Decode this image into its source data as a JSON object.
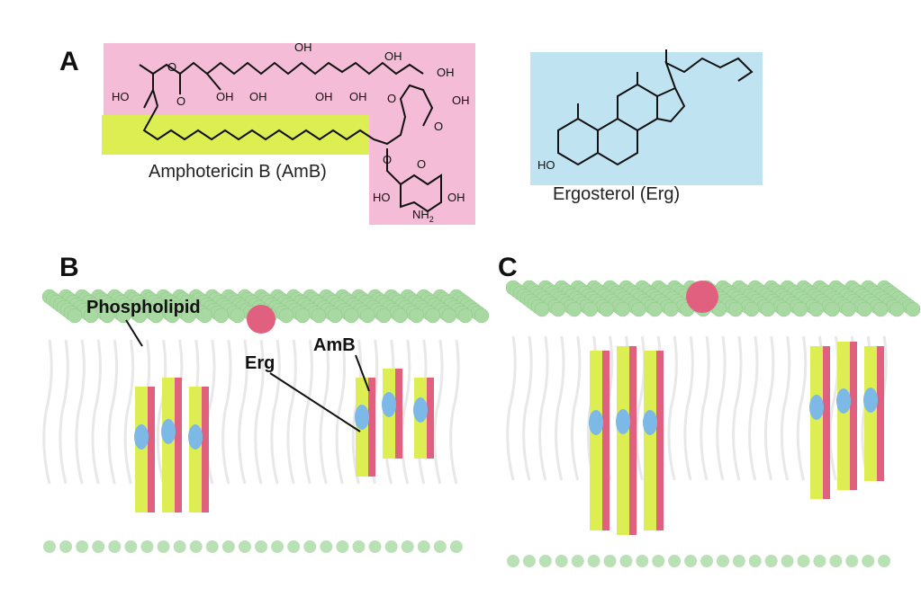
{
  "panels": {
    "a": "A",
    "b": "B",
    "c": "C"
  },
  "molecules": {
    "amb_name": "Amphotericin B (AmB)",
    "erg_name": "Ergosterol (Erg)",
    "atoms": {
      "oh": "OH",
      "ho": "HO",
      "o": "O",
      "nh2": "NH",
      "sub2": "2"
    }
  },
  "callouts": {
    "phospholipid": "Phospholipid",
    "erg": "Erg",
    "amb": "AmB"
  },
  "colors": {
    "amb_highlight": "#f4bcd6",
    "polyene_highlight": "#dcee52",
    "erg_highlight": "#bfe3f1",
    "lipid_head": "#a9d9a2",
    "amb_bar": "#e2607f",
    "erg_blob": "#7cb9e6"
  }
}
